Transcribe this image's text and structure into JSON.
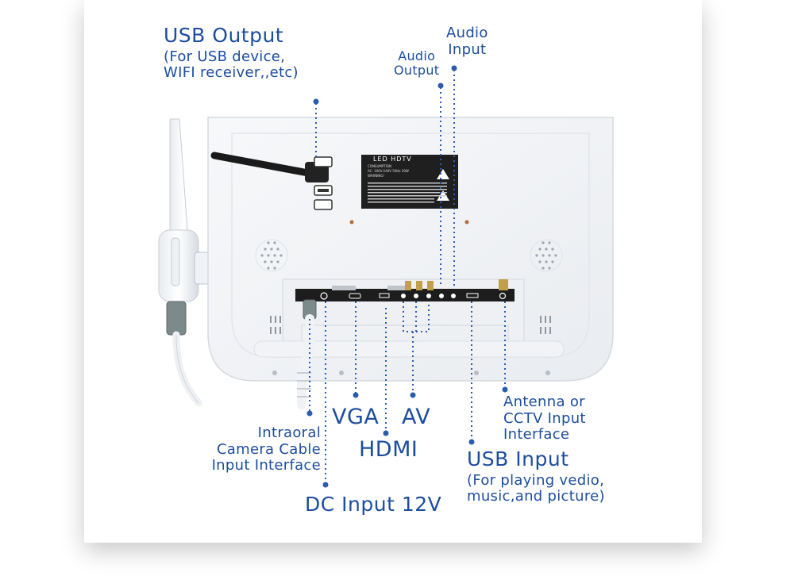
{
  "labels": {
    "usb_output": {
      "title": "USB Output",
      "lines": [
        "(For USB device,",
        "WIFI receiver,,etc)"
      ]
    },
    "audio_input": [
      "Audio",
      "Input"
    ],
    "audio_output": [
      "Audio",
      "Output"
    ],
    "vga": "VGA",
    "av": "AV",
    "hdmi": "HDMI",
    "intraoral": [
      "Intraoral",
      "Camera Cable",
      "Input Interface"
    ],
    "dc_input": "DC Input 12V",
    "usb_input": {
      "title": "USB Input",
      "lines": [
        "(For playing vedio,",
        "music,and picture)"
      ]
    },
    "antenna": [
      "Antenna or",
      "CCTV Input",
      "Interface"
    ]
  },
  "sticker": {
    "title": "LED  HDTV",
    "lines": [
      "CONSUMPTION",
      "AC: 100V-240V  50Hz  30W",
      "WARNING!"
    ]
  },
  "colors": {
    "label_blue": "#1c4d9e",
    "leader_blue": "#2a5cae",
    "panel": "#f3f5f8",
    "panel_edge": "#d9dde3",
    "port_strip": "#1d1d1d",
    "antenna": "#1a1a1a"
  }
}
